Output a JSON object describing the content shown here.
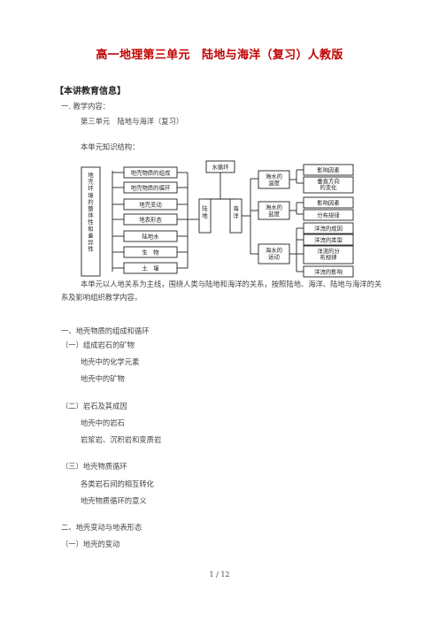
{
  "doc": {
    "title": "高一地理第三单元　陆地与海洋（复习）人教版",
    "info_heading": "【本讲教育信息】",
    "s1_heading": "一.  教学内容：",
    "s1_content": "第三单元　陆地与海洋（复习）",
    "structure_label": "本单元知识结构：",
    "intro_paragraph": "本单元以人地关系为主线，围绕人类与陆地和海洋的关系，按照陆地、海洋、陆地与海洋的关系及影响组织教学内容。",
    "lines": [
      "一、地壳物质的组成和循环",
      "（一）组成岩石的矿物",
      "地壳中的化学元素",
      "地壳中的矿物",
      "（二）岩石及其成因",
      "地壳中的岩石",
      "岩浆岩、沉积岩和变质岩",
      "（三）地壳物质循环",
      "各类岩石间的相互转化",
      "地壳物质循环的意义",
      "二、地壳变动与地表形态",
      "（一）地壳的变动"
    ],
    "footer": "1 / 12"
  },
  "diagram": {
    "left_vertical": "地壳环境的整体性和差异性",
    "left_boxes": [
      "地壳物质的组成",
      "地壳物质的循环",
      "地壳变动",
      "地表形态",
      "陆地水",
      "生　物",
      "土　壤"
    ],
    "water_cycle": "水循环",
    "land": "陆地",
    "ocean": "海洋",
    "mid_boxes": [
      "海水的温度",
      "海水的盐度",
      "海水的运动"
    ],
    "right_boxes": [
      "影响因素",
      "垂直方向的变化",
      "影响因素",
      "分布规律",
      "洋流的成因",
      "洋流的类型",
      "洋流的分布规律",
      "洋流的影响"
    ]
  }
}
